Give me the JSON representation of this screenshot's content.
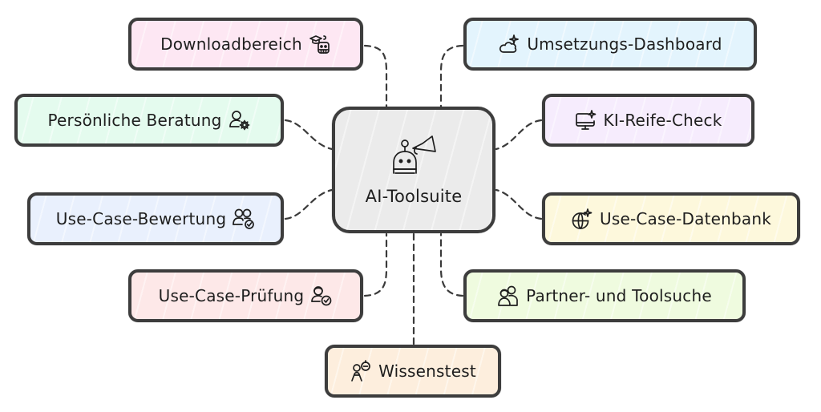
{
  "center": {
    "label": "AI-Toolsuite",
    "icon": "robot-megaphone-icon",
    "fill": "#ebebeb"
  },
  "nodes": [
    {
      "id": "download",
      "label": "Downloadbereich",
      "icon": "graduation-robot-icon",
      "fill": "#fde7f3"
    },
    {
      "id": "dashboard",
      "label": "Umsetzungs-Dashboard",
      "icon": "cloud-sparkle-icon",
      "fill": "#e3f4fd"
    },
    {
      "id": "beratung",
      "label": "Persönliche Beratung",
      "icon": "user-gear-icon",
      "fill": "#e4fbee"
    },
    {
      "id": "ki",
      "label": "KI-Reife-Check",
      "icon": "monitor-sparkle-icon",
      "fill": "#f6ecfd"
    },
    {
      "id": "bewertung",
      "label": "Use-Case-Bewertung",
      "icon": "users-check-icon",
      "fill": "#e9f0fd"
    },
    {
      "id": "datenbank",
      "label": "Use-Case-Datenbank",
      "icon": "globe-sparkle-icon",
      "fill": "#fdf8dc"
    },
    {
      "id": "pruefung",
      "label": "Use-Case-Prüfung",
      "icon": "user-check-icon",
      "fill": "#fde8e8"
    },
    {
      "id": "partner",
      "label": "Partner- und Toolsuche",
      "icon": "group-icon",
      "fill": "#effbdf"
    },
    {
      "id": "wissen",
      "label": "Wissenstest",
      "icon": "user-quiz-icon",
      "fill": "#fdeedd"
    }
  ],
  "edges": [
    {
      "from": "center",
      "to": "download"
    },
    {
      "from": "center",
      "to": "dashboard"
    },
    {
      "from": "center",
      "to": "beratung"
    },
    {
      "from": "center",
      "to": "ki"
    },
    {
      "from": "center",
      "to": "bewertung"
    },
    {
      "from": "center",
      "to": "datenbank"
    },
    {
      "from": "center",
      "to": "pruefung"
    },
    {
      "from": "center",
      "to": "partner"
    },
    {
      "from": "center",
      "to": "wissen"
    }
  ]
}
